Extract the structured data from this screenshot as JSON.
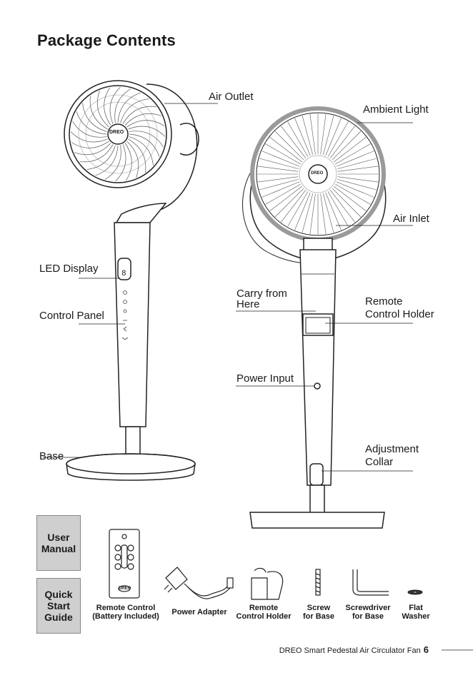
{
  "page": {
    "title": "Package Contents",
    "footer_text": "DREO Smart Pedestal Air Circulator Fan",
    "page_number": "6"
  },
  "labels": {
    "air_outlet": "Air Outlet",
    "ambient_light": "Ambient Light",
    "air_inlet": "Air Inlet",
    "led_display": "LED Display",
    "control_panel": "Control Panel",
    "carry_line1": "Carry from",
    "carry_line2": "Here",
    "remote_holder_line1": "Remote",
    "remote_holder_line2": "Control Holder",
    "power_input": "Power Input",
    "base": "Base",
    "adjustment_line1": "Adjustment",
    "adjustment_line2": "Collar"
  },
  "brand": "DREO",
  "booklets": {
    "user_manual": [
      "User",
      "Manual"
    ],
    "quick_start": [
      "Quick",
      "Start",
      "Guide"
    ]
  },
  "items": {
    "remote_control": [
      "Remote Control",
      "(Battery Included)"
    ],
    "power_adapter": [
      "Power Adapter"
    ],
    "remote_holder": [
      "Remote",
      "Control Holder"
    ],
    "screw": [
      "Screw",
      "for Base"
    ],
    "screwdriver": [
      "Screwdriver",
      "for Base"
    ],
    "washer": [
      "Flat",
      "Washer"
    ]
  },
  "colors": {
    "ambient_ring": "#9a9a9a",
    "booklet": "#cfcfcf",
    "text": "#1a1a1a"
  }
}
